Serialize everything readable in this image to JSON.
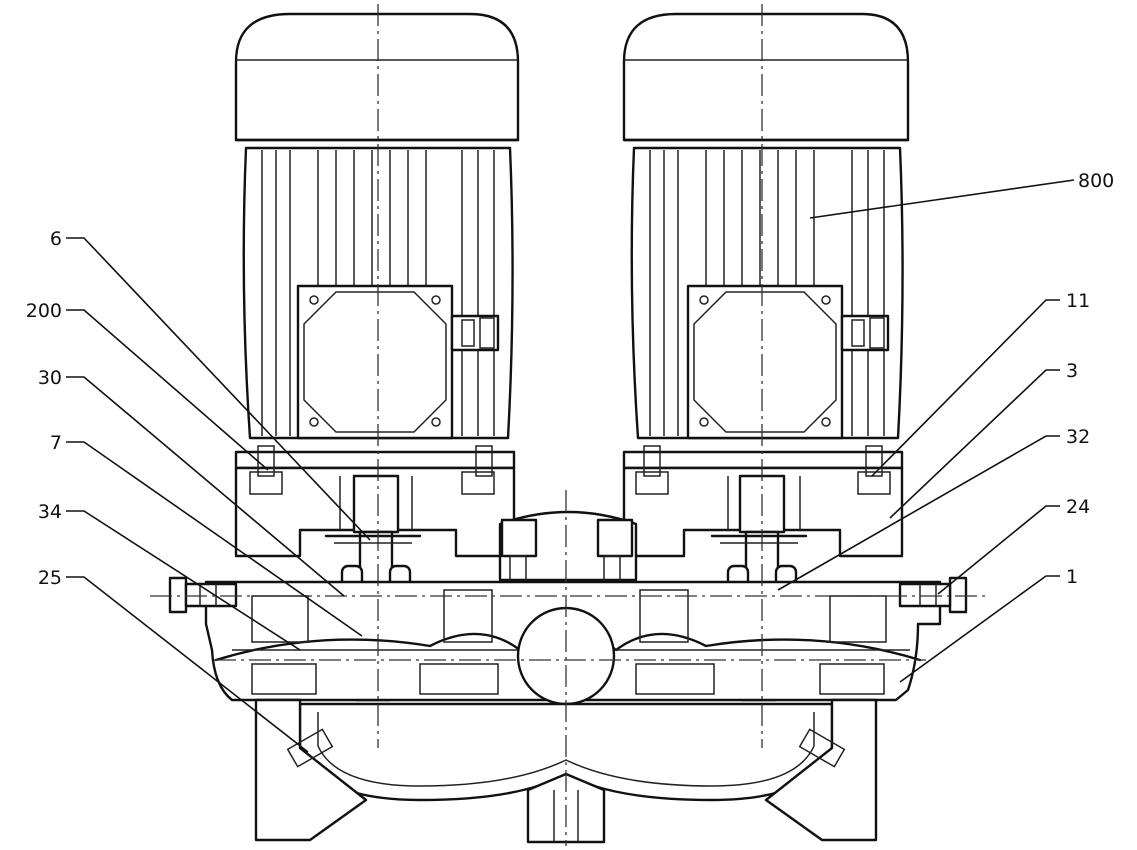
{
  "drawing": {
    "subject": "twin motor vertical pump assembly",
    "reference_numerals": [
      {
        "id": "6",
        "text": "6"
      },
      {
        "id": "200",
        "text": "200"
      },
      {
        "id": "30",
        "text": "30"
      },
      {
        "id": "7",
        "text": "7"
      },
      {
        "id": "34",
        "text": "34"
      },
      {
        "id": "25",
        "text": "25"
      },
      {
        "id": "800",
        "text": "800"
      },
      {
        "id": "11",
        "text": "11"
      },
      {
        "id": "3",
        "text": "3"
      },
      {
        "id": "32",
        "text": "32"
      },
      {
        "id": "24",
        "text": "24"
      },
      {
        "id": "1",
        "text": "1"
      }
    ]
  }
}
